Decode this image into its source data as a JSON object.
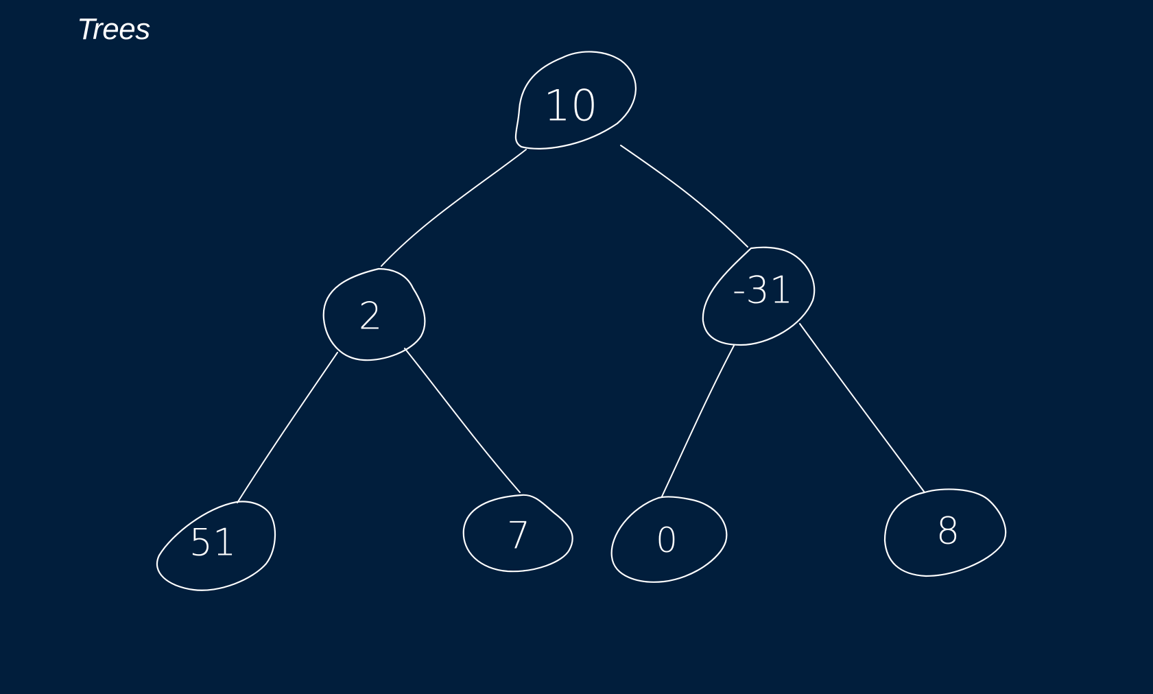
{
  "title": "Trees",
  "tree": {
    "nodes": [
      {
        "id": "n10",
        "label": "10"
      },
      {
        "id": "n2",
        "label": "2"
      },
      {
        "id": "nm31",
        "label": "-31"
      },
      {
        "id": "n51",
        "label": "51"
      },
      {
        "id": "n7",
        "label": "7"
      },
      {
        "id": "n0",
        "label": "0"
      },
      {
        "id": "n8",
        "label": "8"
      }
    ],
    "edges": [
      {
        "from": "n10",
        "to": "n2"
      },
      {
        "from": "n10",
        "to": "nm31"
      },
      {
        "from": "n2",
        "to": "n51"
      },
      {
        "from": "n2",
        "to": "n7"
      },
      {
        "from": "nm31",
        "to": "n0"
      },
      {
        "from": "nm31",
        "to": "n8"
      }
    ]
  },
  "colors": {
    "background": "#011e3c",
    "ink": "#ffffff"
  }
}
